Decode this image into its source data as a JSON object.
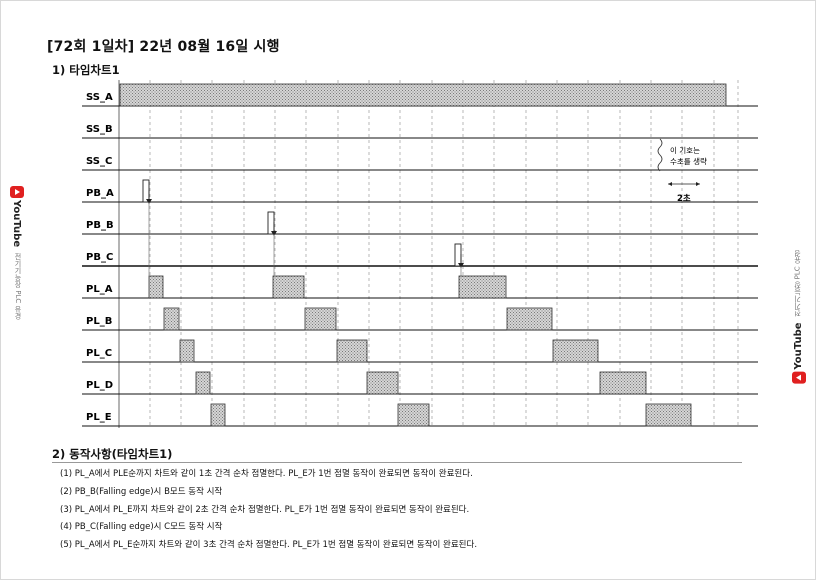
{
  "title": "[72회 1일차] 22년 08월 16일 시행",
  "section1_title": "1) 타임차트1",
  "section2_title": "2) 동작사항(타임차트1)",
  "signals": [
    "SS_A",
    "SS_B",
    "SS_C",
    "PB_A",
    "PB_B",
    "PB_C",
    "PL_A",
    "PL_B",
    "PL_C",
    "PL_D",
    "PL_E"
  ],
  "note": {
    "line1": "이 기호는",
    "line2": "수초를 생략",
    "interval_label": "2초"
  },
  "steps": [
    "(1) PL_A에서 PLE순까지 차트와 같이 1초 간격 순차 점멸한다.  PL_E가 1번 점멸 동작이 완료되면 동작이 완료된다.",
    "(2) PB_B(Falling edge)시 B모드 동작 시작",
    "(3) PL_A에서 PL_E까지 차트와 같이 2초 간격 순차 점멸한다. PL_E가 1번 점멸 동작이 완료되면 동작이 완료된다.",
    "(4) PB_C(Falling edge)시 C모드 동작 시작",
    "(5) PL_A에서 PL_E순까지 차트와 같이 3초 간격 순차 점멸한다. PL_E가 1번 점멸 동작이 완료되면 동작이 완료된다."
  ],
  "watermark": {
    "brand": "YouTube",
    "channel": "전기기능장 PLC 유경"
  },
  "colors": {
    "pulse_fill": "#c8c8c8",
    "grid": "#9a9a9a",
    "logo": "#e02020"
  }
}
